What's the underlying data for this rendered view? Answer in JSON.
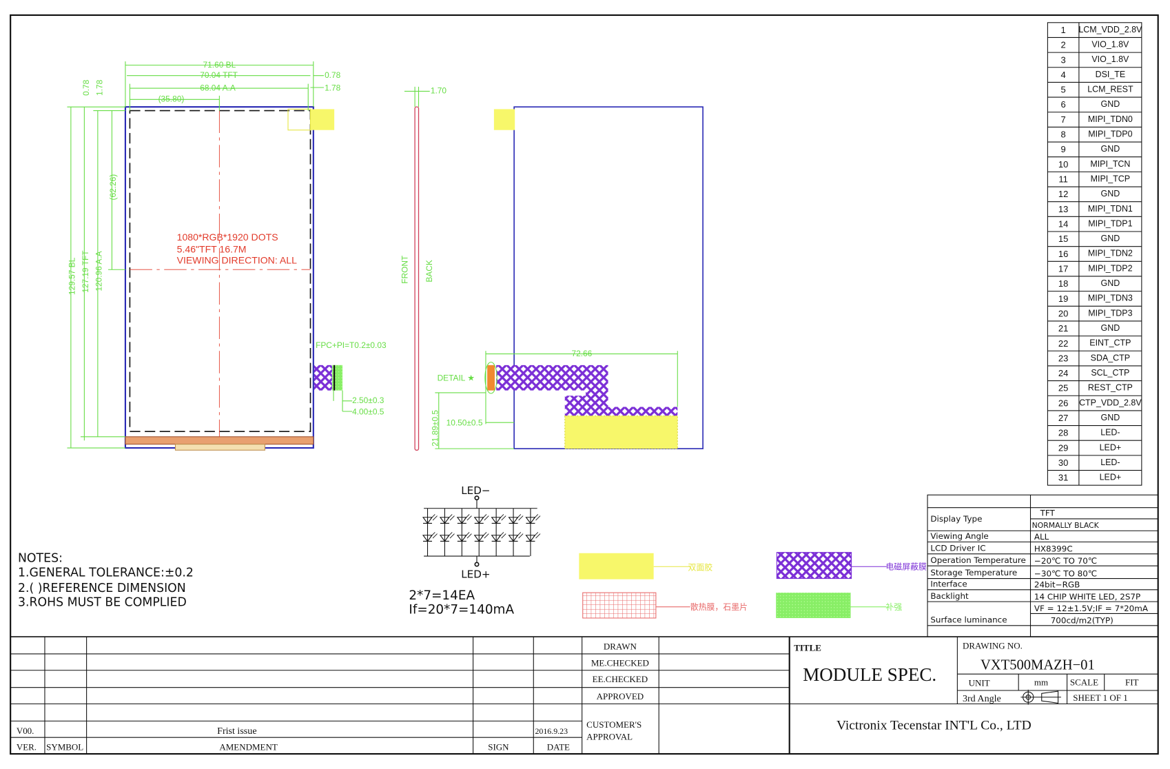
{
  "drawing": {
    "front_view": {
      "dims": {
        "bl_width": "71.60 BL",
        "tft_width": "70.04 TFT",
        "aa_width": "68.04 A.A",
        "half_width": "(35.80)",
        "right_offset_1": "0.78",
        "right_offset_2": "1.78",
        "top_offset_1": "0.78",
        "top_offset_2": "1.78",
        "half_height": "(62.26)",
        "bl_height": "129.57 BL",
        "tft_height": "127.19 TFT",
        "aa_height": "120.96 A.A",
        "fpc_thickness": "FPC+PI=T0.2±0.03",
        "fpc_dim_1": "2.50±0.3",
        "fpc_dim_2": "4.00±0.5"
      },
      "center_text": [
        "1080*RGB*1920  DOTS",
        "5.46\"TFT  16.7M",
        "VIEWING  DIRECTION: ALL"
      ]
    },
    "side_view": {
      "top_dim": "1.70",
      "front_label": "FRONT",
      "back_label": "BACK"
    },
    "back_view": {
      "fpc_width": "72.66",
      "detail_label": "DETAIL  ★",
      "dim_10_50": "10.50±0.5",
      "dim_21_89": "21.89±0.5"
    },
    "colors": {
      "dimension": "#66dd44",
      "outline": "#2b2bb5",
      "fpc_hatch": "#7b2fd6",
      "yellow": "#f7f76a",
      "green": "#88ee66",
      "red_text": "#e23a2a"
    }
  },
  "led_circuit": {
    "top_label": "LED−",
    "bottom_label": "LED+",
    "columns": 7,
    "rows": 2,
    "count_text": "2*7=14EA",
    "current_text": "If=20*7=140mA"
  },
  "legend": [
    {
      "label": "双面胶",
      "color": "#f7f76a"
    },
    {
      "label": "电磁屏蔽膜",
      "color": "#7b2fd6"
    },
    {
      "label": "散热膜，石墨片",
      "color": "#e86a6a"
    },
    {
      "label": "补强",
      "color": "#88ee66"
    }
  ],
  "notes": {
    "heading": "NOTES:",
    "items": [
      "1.GENERAL  TOLERANCE:±0.2",
      "2.(    )REFERENCE  DIMENSION",
      "3.ROHS  MUST  BE  COMPLIED"
    ]
  },
  "pins": [
    {
      "no": "1",
      "name": "LCM_VDD_2.8V"
    },
    {
      "no": "2",
      "name": "VIO_1.8V"
    },
    {
      "no": "3",
      "name": "VIO_1.8V"
    },
    {
      "no": "4",
      "name": "DSI_TE"
    },
    {
      "no": "5",
      "name": "LCM_REST"
    },
    {
      "no": "6",
      "name": "GND"
    },
    {
      "no": "7",
      "name": "MIPI_TDN0"
    },
    {
      "no": "8",
      "name": "MIPI_TDP0"
    },
    {
      "no": "9",
      "name": "GND"
    },
    {
      "no": "10",
      "name": "MIPI_TCN"
    },
    {
      "no": "11",
      "name": "MIPI_TCP"
    },
    {
      "no": "12",
      "name": "GND"
    },
    {
      "no": "13",
      "name": "MIPI_TDN1"
    },
    {
      "no": "14",
      "name": "MIPI_TDP1"
    },
    {
      "no": "15",
      "name": "GND"
    },
    {
      "no": "16",
      "name": "MIPI_TDN2"
    },
    {
      "no": "17",
      "name": "MIPI_TDP2"
    },
    {
      "no": "18",
      "name": "GND"
    },
    {
      "no": "19",
      "name": "MIPI_TDN3"
    },
    {
      "no": "20",
      "name": "MIPI_TDP3"
    },
    {
      "no": "21",
      "name": "GND"
    },
    {
      "no": "22",
      "name": "EINT_CTP"
    },
    {
      "no": "23",
      "name": "SDA_CTP"
    },
    {
      "no": "24",
      "name": "SCL_CTP"
    },
    {
      "no": "25",
      "name": "REST_CTP"
    },
    {
      "no": "26",
      "name": "CTP_VDD_2.8V"
    },
    {
      "no": "27",
      "name": "GND"
    },
    {
      "no": "28",
      "name": "LED-"
    },
    {
      "no": "29",
      "name": "LED+"
    },
    {
      "no": "30",
      "name": "LED-"
    },
    {
      "no": "31",
      "name": "LED+"
    }
  ],
  "spec": {
    "display_type_label": "Display  Type",
    "display_type_1": "TFT",
    "display_type_2": "NORMALLY  BLACK",
    "rows": [
      {
        "label": "Viewing  Angle",
        "value": "ALL"
      },
      {
        "label": "LCD  Driver  IC",
        "value": "HX8399C"
      },
      {
        "label": "Operation  Temperature",
        "value": "−20℃  TO  70℃"
      },
      {
        "label": "Storage  Temperature",
        "value": "−30℃  TO  80℃"
      },
      {
        "label": "Interface",
        "value": "24bit−RGB"
      },
      {
        "label": "Backlight",
        "value": "14  CHIP  WHITE  LED,  2S7P"
      },
      {
        "label": "",
        "value": "VF  =  12±1.5V;IF  =  7*20mA"
      },
      {
        "label": "Surface  luminance",
        "value": "700cd/m2(TYP)"
      }
    ]
  },
  "title_block": {
    "revision": {
      "ver": "V00.",
      "amendment": "Frist  issue",
      "date": "2016.9.23"
    },
    "headers": {
      "ver": "VER.",
      "symbol": "SYMBOL",
      "amendment": "AMENDMENT",
      "sign": "SIGN",
      "date": "DATE"
    },
    "signoff": [
      "DRAWN",
      "ME.CHECKED",
      "EE.CHECKED",
      "APPROVED"
    ],
    "customer_approval": [
      "CUSTOMER'S",
      "APPROVAL"
    ],
    "title_label": "TITLE",
    "title": "MODULE  SPEC.",
    "drawing_no_label": "DRAWING  NO.",
    "drawing_no": "VXT500MAZH−01",
    "unit_label": "UNIT",
    "unit": "mm",
    "scale_label": "SCALE",
    "scale": "FIT",
    "projection": "3rd  Angle",
    "sheet": "SHEET  1  OF  1",
    "company": "Victronix  Tecenstar  INT'L  Co.,  LTD"
  }
}
